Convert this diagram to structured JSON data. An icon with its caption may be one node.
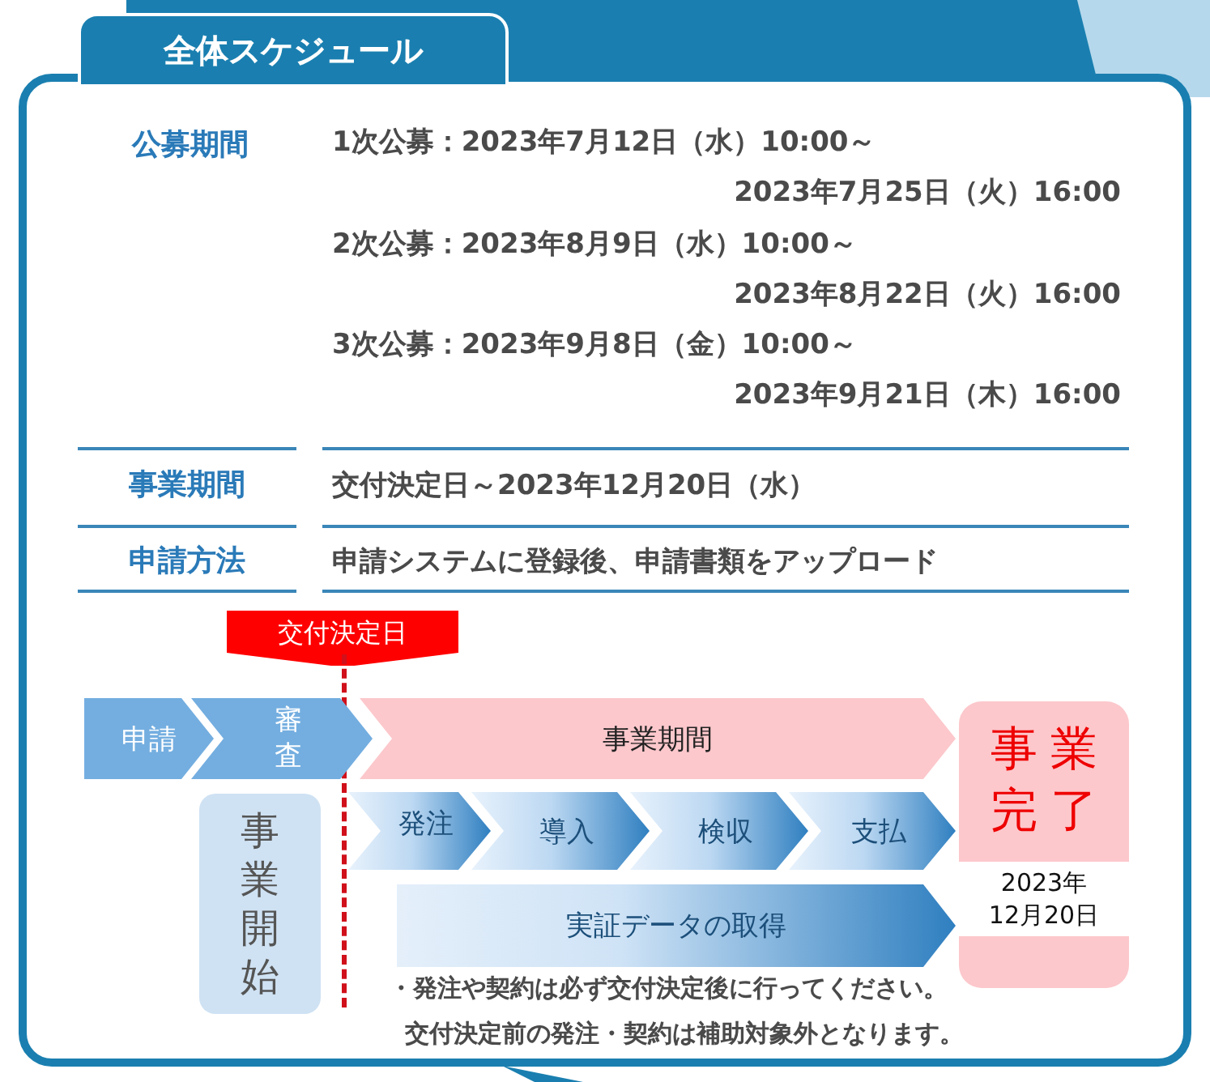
{
  "diagram": {
    "title": "全体スケジュール",
    "nodes": [
      {
        "text": [
          "申請"
        ]
      },
      {
        "text": [
          "審査"
        ]
      },
      {
        "text": [
          "事業期間"
        ]
      },
      {
        "text": [
          "事業開始"
        ]
      },
      {
        "text": [
          "発注"
        ]
      },
      {
        "text": [
          "導入"
        ]
      },
      {
        "text": [
          "検収"
        ]
      },
      {
        "text": [
          "支払"
        ]
      },
      {
        "text": [
          "実証データの取得"
        ]
      },
      {
        "text": [
          "事業完了",
          "2023年12月20日"
        ]
      }
    ],
    "labels": [
      "公募期間",
      "1次公募：2023年7月12日（水）10:00～",
      "2023年7月25日（火）16:00",
      "2次公募：2023年8月9日（水）10:00～",
      "2023年8月22日（火）16:00",
      "3次公募：2023年9月8日（金）10:00～",
      "2023年9月21日（木）16:00",
      "事業期間",
      "交付決定日～2023年12月20日（水）",
      "申請方法",
      "申請システムに登録後、申請書類をアップロード",
      "交付決定日",
      "・発注や契約は必ず交付決定後に行ってください。",
      "交付決定前の発注・契約は補助対象外となります。"
    ]
  }
}
